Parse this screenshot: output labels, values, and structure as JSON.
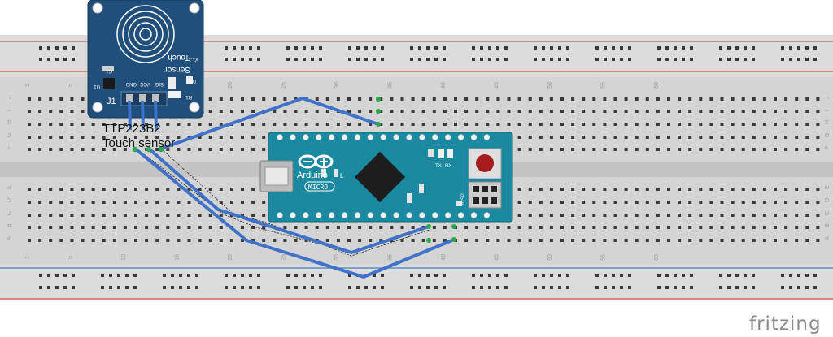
{
  "breadboard": {
    "row_labels": [
      "J",
      "I",
      "H",
      "G",
      "F",
      "E",
      "D",
      "C",
      "B",
      "A"
    ],
    "column_numbers": [
      "1",
      "5",
      "10",
      "15",
      "20",
      "25",
      "30",
      "35",
      "40",
      "45",
      "50",
      "55",
      "60"
    ]
  },
  "sensor": {
    "title_line1": "Touch",
    "title_line2": "Sensor",
    "version": "V1.1",
    "pins": [
      "GND",
      "VCC",
      "SIG"
    ],
    "header_label": "J1",
    "cap_label": "C1",
    "ic_label": "U1",
    "resistor_label": "R1",
    "led_label": "D1"
  },
  "sensor_caption": {
    "line1": "TTP223B2",
    "line2": "Touch sensor"
  },
  "arduino": {
    "brand": "Arduino",
    "model": "MICRO",
    "led_label": "L",
    "tx_label": "TX",
    "rx_label": "RX",
    "icsp_label": "ICSP"
  },
  "watermark": "fritzing",
  "colors": {
    "breadboard": "#d9d9d9",
    "rail_red": "#d9534f",
    "rail_blue": "#4a79c4",
    "wire": "#3f72c8",
    "sensor_board": "#1f4f7a",
    "arduino_board": "#1b8aa0"
  }
}
